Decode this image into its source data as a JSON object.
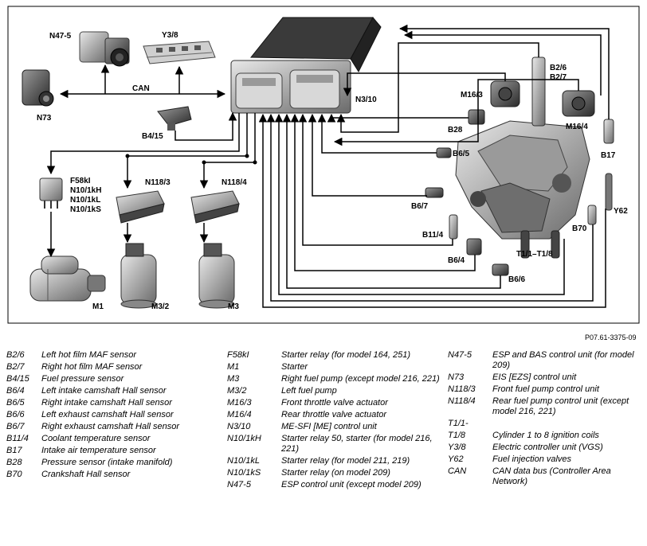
{
  "labels": {
    "N47_5": "N47-5",
    "Y3_8": "Y3/8",
    "CAN": "CAN",
    "N73": "N73",
    "B4_15": "B4/15",
    "N3_10": "N3/10",
    "B2_6": "B2/6",
    "B2_7": "B2/7",
    "M16_3": "M16/3",
    "M16_4": "M16/4",
    "B28": "B28",
    "B6_5": "B6/5",
    "B17": "B17",
    "B6_7": "B6/7",
    "Y62": "Y62",
    "B11_4": "B11/4",
    "B70": "B70",
    "B6_4": "B6/4",
    "T1": "T1/1–T1/8",
    "B6_6": "B6/6",
    "F58kI": "F58kI",
    "N10_1kH": "N10/1kH",
    "N10_1kL": "N10/1kL",
    "N10_1kS": "N10/1kS",
    "N118_3": "N118/3",
    "N118_4": "N118/4",
    "M1": "M1",
    "M3_2": "M3/2",
    "M3": "M3"
  },
  "figure_ref": "P07.61-3375-09",
  "legend": {
    "col1": [
      {
        "code": "B2/6",
        "desc": "Left hot film MAF sensor"
      },
      {
        "code": "B2/7",
        "desc": "Right hot film MAF sensor"
      },
      {
        "code": "B4/15",
        "desc": "Fuel pressure sensor"
      },
      {
        "code": "B6/4",
        "desc": "Left intake camshaft Hall sensor"
      },
      {
        "code": "B6/5",
        "desc": "Right intake camshaft Hall sensor"
      },
      {
        "code": "B6/6",
        "desc": "Left exhaust camshaft Hall sensor"
      },
      {
        "code": "B6/7",
        "desc": "Right exhaust camshaft Hall sensor"
      },
      {
        "code": "B11/4",
        "desc": "Coolant temperature sensor"
      },
      {
        "code": "B17",
        "desc": "Intake air temperature sensor"
      },
      {
        "code": "B28",
        "desc": "Pressure sensor (intake manifold)"
      },
      {
        "code": "B70",
        "desc": "Crankshaft Hall sensor"
      }
    ],
    "col2": [
      {
        "code": "F58kI",
        "desc": "Starter relay (for model 164, 251)"
      },
      {
        "code": "M1",
        "desc": "Starter"
      },
      {
        "code": "M3",
        "desc": "Right fuel pump (except model 216, 221)"
      },
      {
        "code": "M3/2",
        "desc": "Left fuel pump"
      },
      {
        "code": "M16/3",
        "desc": "Front throttle valve actuator"
      },
      {
        "code": "M16/4",
        "desc": "Rear throttle valve actuator"
      },
      {
        "code": "N3/10",
        "desc": "ME-SFI [ME] control unit"
      },
      {
        "code": "N10/1kH",
        "desc": "Starter relay  50, starter (for model 216, 221)"
      },
      {
        "code": "N10/1kL",
        "desc": "Starter relay (for model 211, 219)"
      },
      {
        "code": "N10/1kS",
        "desc": "Starter relay (on model 209)"
      },
      {
        "code": "N47-5",
        "desc": "ESP control unit (except model 209)"
      }
    ],
    "col3": [
      {
        "code": "N47-5",
        "desc": "ESP and BAS control unit (for model 209)"
      },
      {
        "code": "N73",
        "desc": "EIS [EZS] control unit"
      },
      {
        "code": "N118/3",
        "desc": "Front fuel pump control unit"
      },
      {
        "code": "N118/4",
        "desc": "Rear fuel pump control unit (except model 216, 221)"
      },
      {
        "code": "T1/1-",
        "desc": ""
      },
      {
        "code": "T1/8",
        "desc": "Cylinder 1 to 8 ignition coils"
      },
      {
        "code": "Y3/8",
        "desc": "Electric controller unit (VGS)"
      },
      {
        "code": "Y62",
        "desc": "Fuel injection valves"
      },
      {
        "code": "CAN",
        "desc": "CAN data bus (Controller Area Network)"
      }
    ]
  }
}
